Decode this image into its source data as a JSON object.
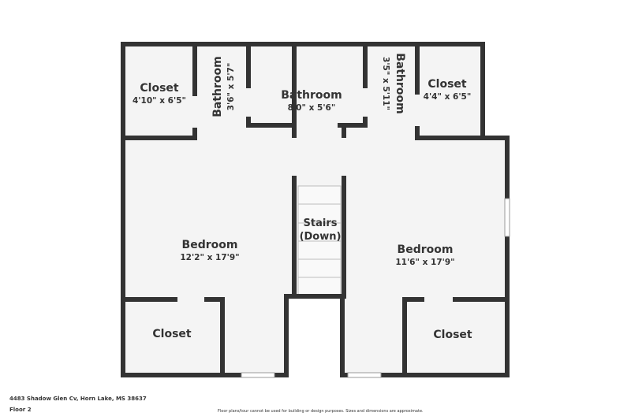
{
  "colors": {
    "wall": "#333333",
    "floor": "#f4f4f4",
    "background": "#ffffff",
    "window": "#cfcfcf"
  },
  "rooms": {
    "closet_top_left": {
      "name": "Closet",
      "dim": "4'10\" x 6'5\""
    },
    "bathroom_left": {
      "name": "Bathroom",
      "dim": "3'6\" x 5'7\""
    },
    "bathroom_center": {
      "name": "Bathroom",
      "dim": "8'0\" x 5'6\""
    },
    "bathroom_right": {
      "name": "Bathroom",
      "dim": "3'5\" x 5'11\""
    },
    "closet_top_right": {
      "name": "Closet",
      "dim": "4'4\" x 6'5\""
    },
    "bedroom_left": {
      "name": "Bedroom",
      "dim": "12'2\" x 17'9\""
    },
    "bedroom_right": {
      "name": "Bedroom",
      "dim": "11'6\" x 17'9\""
    },
    "closet_bottom_left": {
      "name": "Closet"
    },
    "closet_bottom_right": {
      "name": "Closet"
    },
    "stairs": {
      "line1": "Stairs",
      "line2": "(Down)"
    }
  },
  "footer": {
    "address": "4483 Shadow Glen Cv, Horn Lake, MS 38637",
    "floor": "Floor 2",
    "disclaimer": "Floor plans/tour cannot be used for building or design purposes. Sizes and dimensions are approximate."
  }
}
